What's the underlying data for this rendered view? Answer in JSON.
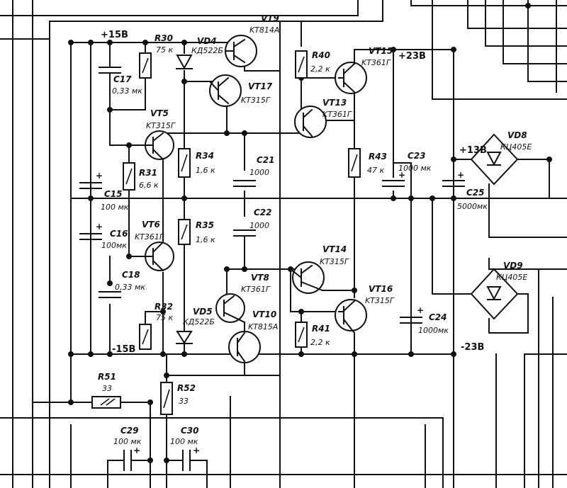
{
  "rails": {
    "p15": "+15В",
    "m15": "-15В",
    "p23": "+23В",
    "m23": "-23В",
    "p13": "+13В"
  },
  "plus_mark": "+",
  "components": {
    "VT9": {
      "ref": "VT9",
      "type": "KT814A"
    },
    "VD4": {
      "ref": "VD4",
      "type": "КД522Б"
    },
    "R30": {
      "ref": "R30",
      "value": "75 к"
    },
    "C17": {
      "ref": "C17",
      "value": "0,33 мк"
    },
    "VT17": {
      "ref": "VT17",
      "type": "KT315Г"
    },
    "VT5": {
      "ref": "VT5",
      "type": "KT315Г"
    },
    "R34": {
      "ref": "R34",
      "value": "1,6 к"
    },
    "C21": {
      "ref": "C21",
      "value": "1000"
    },
    "R31": {
      "ref": "R31",
      "value": "6,6 к"
    },
    "C15": {
      "ref": "C15",
      "value": "100 мк"
    },
    "C16": {
      "ref": "C16",
      "value": "100мк"
    },
    "VT6": {
      "ref": "VT6",
      "type": "KT361Г"
    },
    "R35": {
      "ref": "R35",
      "value": "1,6 к"
    },
    "C22": {
      "ref": "C22",
      "value": "1000"
    },
    "C18": {
      "ref": "C18",
      "value": "0,33 мк"
    },
    "R32": {
      "ref": "R32",
      "value": "75 к"
    },
    "VD5": {
      "ref": "VD5",
      "type": "КД522Б"
    },
    "VT8": {
      "ref": "VT8",
      "type": "KT361Г"
    },
    "VT10": {
      "ref": "VT10",
      "type": "KT815А"
    },
    "R40": {
      "ref": "R40",
      "value": "2,2 к"
    },
    "VT15": {
      "ref": "VT15",
      "type": "KT361Г"
    },
    "VT13": {
      "ref": "VT13",
      "type": "KT361Г"
    },
    "R43": {
      "ref": "R43",
      "value": "47 к"
    },
    "C23": {
      "ref": "C23",
      "value": "1000 мк"
    },
    "VT14": {
      "ref": "VT14",
      "type": "KT315Г"
    },
    "VT16": {
      "ref": "VT16",
      "type": "KT315Г"
    },
    "R41": {
      "ref": "R41",
      "value": "2,2 к"
    },
    "C24": {
      "ref": "C24",
      "value": "1000мк"
    },
    "VD8": {
      "ref": "VD8",
      "type": "КЦ405Е"
    },
    "C25": {
      "ref": "C25",
      "value": "5000мк"
    },
    "VD9": {
      "ref": "VD9",
      "type": "КЦ405Е"
    },
    "R51": {
      "ref": "R51",
      "value": "33"
    },
    "R52": {
      "ref": "R52",
      "value": "33"
    },
    "C29": {
      "ref": "C29",
      "value": "100 мк"
    },
    "C30": {
      "ref": "C30",
      "value": "100 мк"
    }
  }
}
